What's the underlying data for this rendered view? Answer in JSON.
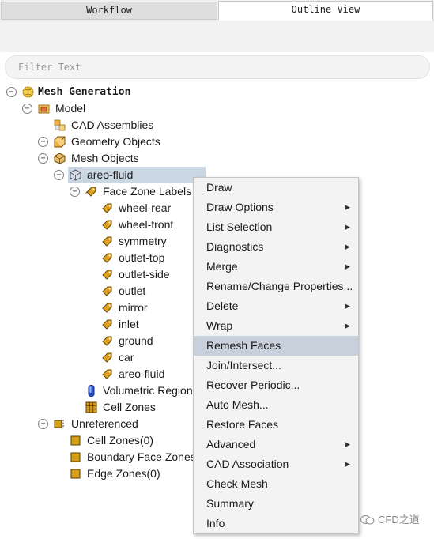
{
  "tabs": [
    "Workflow",
    "Outline View"
  ],
  "filter": {
    "placeholder": "Filter Text"
  },
  "tree": {
    "root": "Mesh Generation",
    "model": "Model",
    "cad_assemblies": "CAD Assemblies",
    "geometry_objects": "Geometry Objects",
    "mesh_objects": "Mesh Objects",
    "areo_fluid": "areo-fluid",
    "face_zone_labels": "Face Zone Labels",
    "labels": [
      "wheel-rear",
      "wheel-front",
      "symmetry",
      "outlet-top",
      "outlet-side",
      "outlet",
      "mirror",
      "inlet",
      "ground",
      "car",
      "areo-fluid"
    ],
    "volumetric_region": "Volumetric Region",
    "cell_zones": "Cell Zones",
    "unreferenced": "Unreferenced",
    "unref_children": [
      "Cell Zones(0)",
      "Boundary Face Zones",
      "Edge Zones(0)"
    ]
  },
  "context_menu": {
    "items": [
      {
        "label": "Draw",
        "submenu": false
      },
      {
        "label": "Draw Options",
        "submenu": true
      },
      {
        "label": "List Selection",
        "submenu": true
      },
      {
        "label": "Diagnostics",
        "submenu": true
      },
      {
        "label": "Merge",
        "submenu": true
      },
      {
        "label": "Rename/Change Properties...",
        "submenu": false
      },
      {
        "label": "Delete",
        "submenu": true
      },
      {
        "label": "Wrap",
        "submenu": true
      },
      {
        "label": "Remesh Faces",
        "submenu": false
      },
      {
        "label": "Join/Intersect...",
        "submenu": false
      },
      {
        "label": "Recover Periodic...",
        "submenu": false
      },
      {
        "label": "Auto Mesh...",
        "submenu": false
      },
      {
        "label": "Restore Faces",
        "submenu": false
      },
      {
        "label": "Advanced",
        "submenu": true
      },
      {
        "label": "CAD Association",
        "submenu": true
      },
      {
        "label": "Check Mesh",
        "submenu": false
      },
      {
        "label": "Summary",
        "submenu": false
      },
      {
        "label": "Info",
        "submenu": false
      }
    ],
    "highlighted": "Remesh Faces"
  },
  "toggles": {
    "expanded": "−",
    "collapsed": "+"
  },
  "submenu_arrow": "▶",
  "watermark": "CFD之道",
  "colors": {
    "selection": "#cbd6e3",
    "menu_highlight": "#c8d0db",
    "folder": "#d4a017",
    "tag": "#e0a020"
  }
}
